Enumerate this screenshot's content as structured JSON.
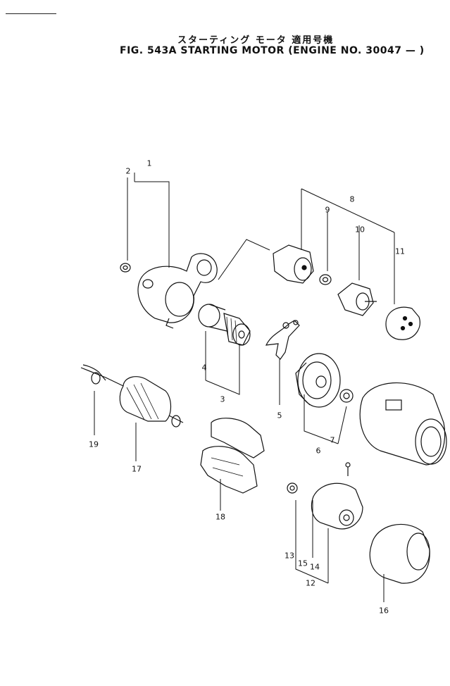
{
  "header": {
    "title_jp": "スターティング モータ 適用号機",
    "title_en": "FIG. 543A  STARTING  MOTOR (ENGINE  NO.  30047 — )"
  },
  "callouts": [
    "1",
    "2",
    "3",
    "4",
    "5",
    "6",
    "7",
    "8",
    "9",
    "10",
    "11",
    "12",
    "13",
    "14",
    "15",
    "16",
    "17",
    "18",
    "19"
  ]
}
